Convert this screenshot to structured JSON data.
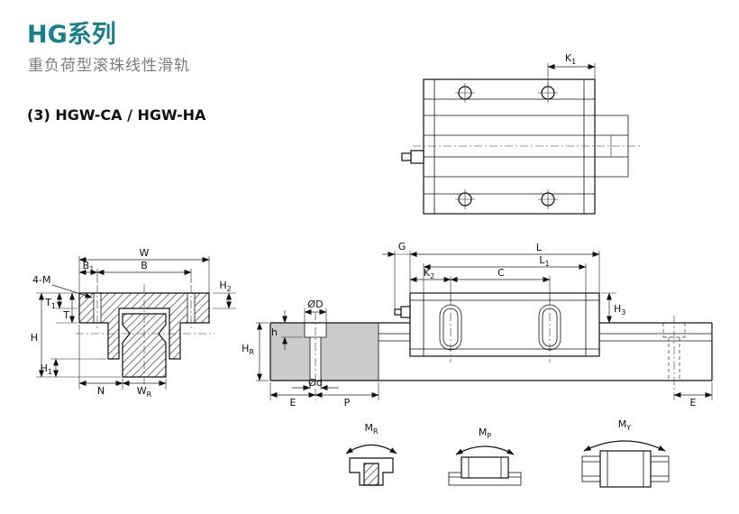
{
  "page": {
    "title": "HG系列",
    "subtitle": "重负荷型滚珠线性滑轨",
    "section_label": "(3) HGW-CA / HGW-HA",
    "accent_color": "#16808f"
  },
  "dims": {
    "top": {
      "k1": {
        "b": "K",
        "s": "1"
      }
    },
    "front": {
      "w": "W",
      "b": "B",
      "b1": {
        "b": "B",
        "s": "1"
      },
      "m4": "4-M",
      "h2": {
        "b": "H",
        "s": "2"
      },
      "t1": {
        "b": "T",
        "s": "1"
      },
      "t": "T",
      "h": "H",
      "h1": {
        "b": "H",
        "s": "1"
      },
      "n": "N",
      "wr": {
        "b": "W",
        "s": "R"
      }
    },
    "rail": {
      "dD": "ØD",
      "h": "h",
      "hr": {
        "b": "H",
        "s": "R"
      },
      "dd": "Ød",
      "e": "E",
      "p": "P"
    },
    "side": {
      "g": "G",
      "l": "L",
      "l1": {
        "b": "L",
        "s": "1"
      },
      "k2": {
        "b": "K",
        "s": "2"
      },
      "c": "C",
      "h3": {
        "b": "H",
        "s": "3"
      },
      "e": "E"
    },
    "moments": {
      "mr": {
        "b": "M",
        "s": "R"
      },
      "mp": {
        "b": "M",
        "s": "P"
      },
      "my": {
        "b": "M",
        "s": "Y"
      }
    }
  }
}
